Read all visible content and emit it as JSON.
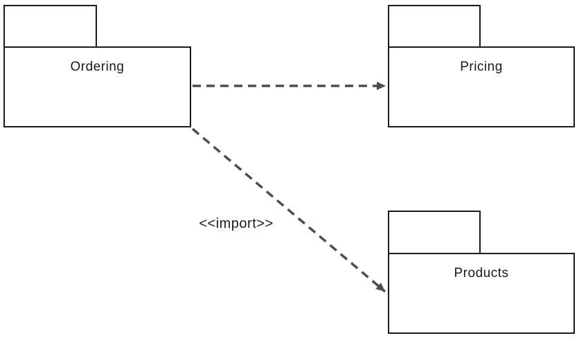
{
  "diagram": {
    "kind": "uml-package-diagram",
    "packages": [
      {
        "name": "Ordering"
      },
      {
        "name": "Pricing"
      },
      {
        "name": "Products"
      }
    ],
    "dependencies": [
      {
        "from": "Ordering",
        "to": "Pricing",
        "style": "dashed-arrow"
      },
      {
        "from": "Ordering",
        "to": "Products",
        "style": "dashed-arrow",
        "label": "<<import>>"
      }
    ],
    "colors": {
      "background": "#ffffff",
      "package_border": "#1a1a1a",
      "arrow": "#4d4d4d",
      "text": "#1a1a1a"
    }
  }
}
